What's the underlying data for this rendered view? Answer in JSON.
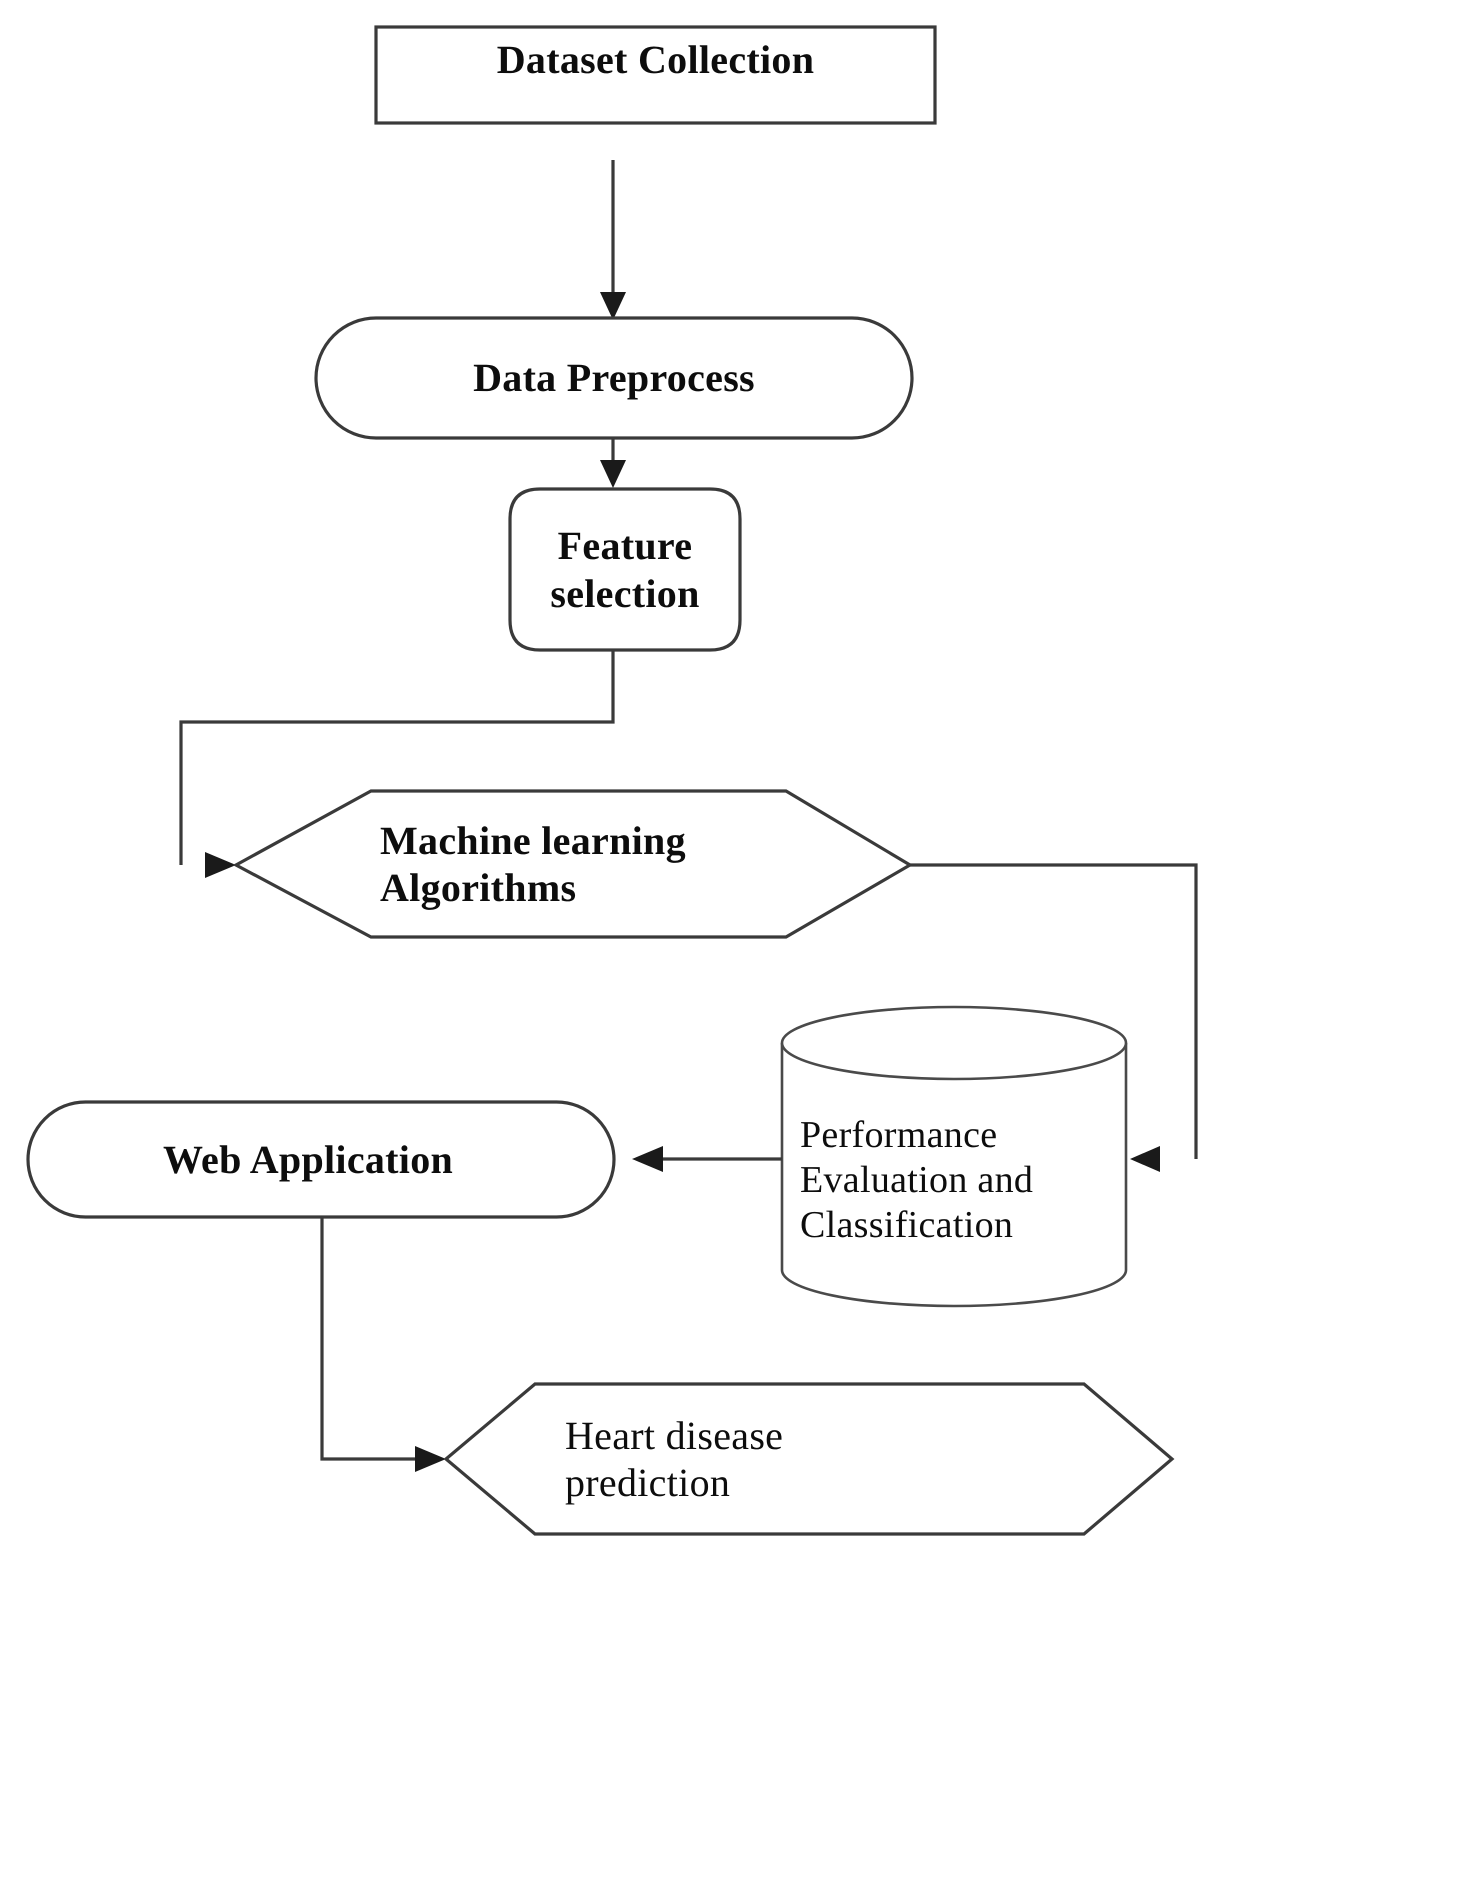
{
  "diagram": {
    "title": "Heart disease prediction system flowchart",
    "type": "flowchart",
    "orientation": "top-to-bottom",
    "colors": {
      "background": "#ffffff",
      "stroke": "#3a3a3a",
      "text": "#0d0d0d"
    },
    "nodes": [
      {
        "id": "dataset-collection",
        "label": "Dataset Collection",
        "shape": "rectangle"
      },
      {
        "id": "data-preprocess",
        "label": "Data Preprocess",
        "shape": "stadium"
      },
      {
        "id": "feature-selection",
        "label": "Feature\nselection",
        "shape": "rounded-rectangle"
      },
      {
        "id": "machine-learning-algorithms",
        "label": "Machine learning\nAlgorithms",
        "shape": "hexagon"
      },
      {
        "id": "performance-evaluation",
        "label": "Performance\nEvaluation and\nClassification",
        "shape": "cylinder"
      },
      {
        "id": "web-application",
        "label": "Web Application",
        "shape": "stadium"
      },
      {
        "id": "heart-disease-prediction",
        "label": "Heart disease\nprediction",
        "shape": "hexagon"
      }
    ],
    "edges": [
      {
        "id": "edge-1",
        "from": "dataset-collection",
        "to": "data-preprocess",
        "arrow": "down"
      },
      {
        "id": "edge-2",
        "from": "data-preprocess",
        "to": "feature-selection",
        "arrow": "down"
      },
      {
        "id": "edge-3",
        "from": "feature-selection",
        "to": "machine-learning-algorithms",
        "arrow": "right"
      },
      {
        "id": "edge-4",
        "from": "machine-learning-algorithms",
        "to": "performance-evaluation",
        "arrow": "left"
      },
      {
        "id": "edge-5",
        "from": "performance-evaluation",
        "to": "web-application",
        "arrow": "left"
      },
      {
        "id": "edge-6",
        "from": "web-application",
        "to": "heart-disease-prediction",
        "arrow": "right"
      }
    ]
  }
}
